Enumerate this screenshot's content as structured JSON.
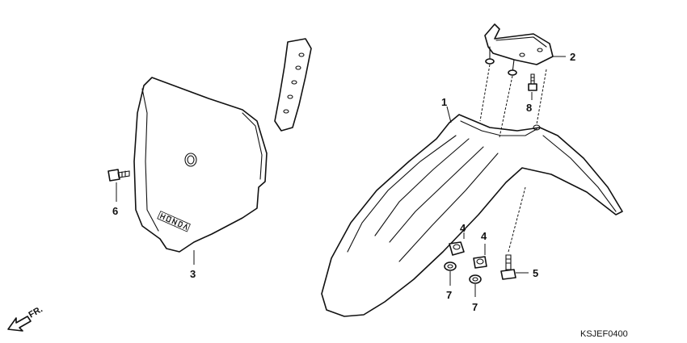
{
  "diagram": {
    "code": "KSJEF0400",
    "front_marker": "FR.",
    "logo": "HONDA",
    "callouts": {
      "c1": "1",
      "c2": "2",
      "c3": "3",
      "c4a": "4",
      "c4b": "4",
      "c5": "5",
      "c6": "6",
      "c7a": "7",
      "c7b": "7",
      "c8": "8"
    }
  }
}
